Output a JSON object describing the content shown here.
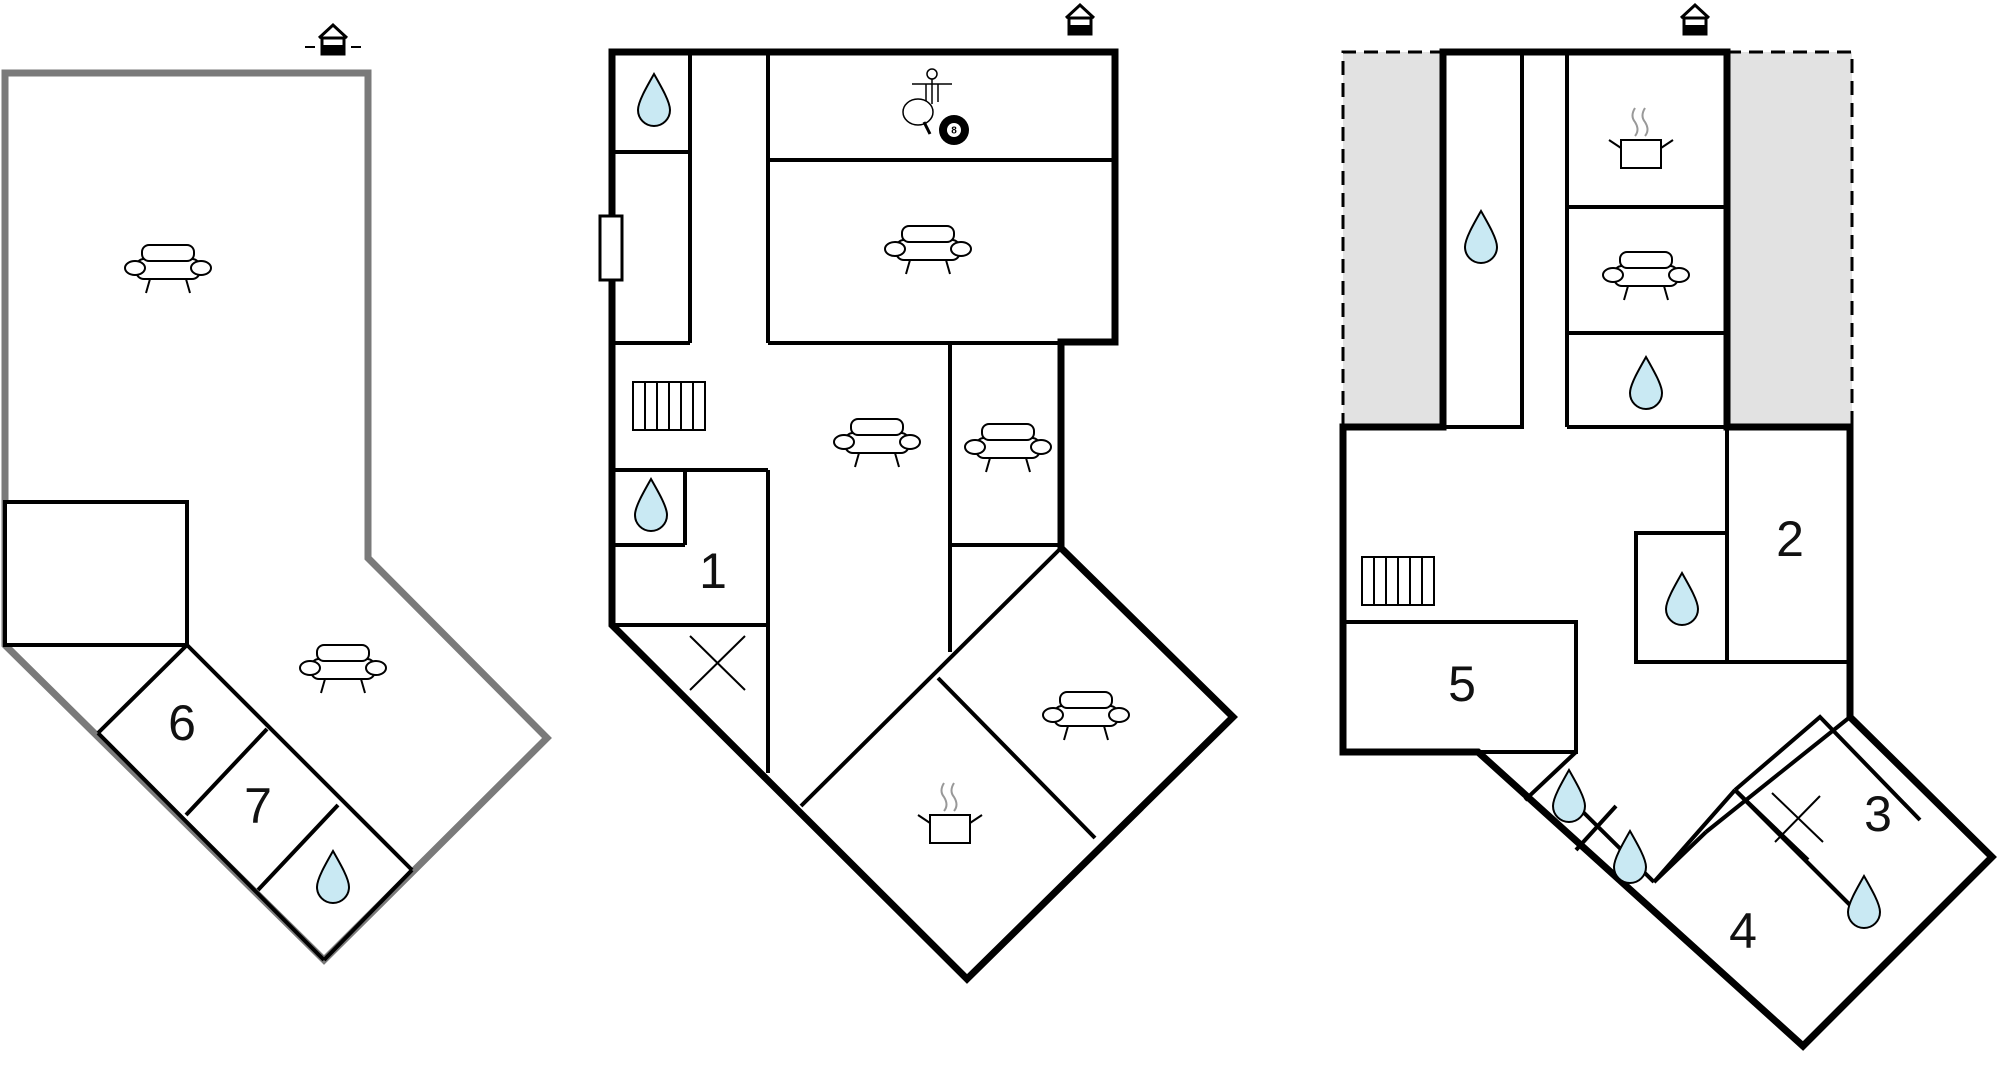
{
  "colors": {
    "wall": "#000000",
    "wall_ground": "#7a7a7a",
    "terrace": "#e2e2e2",
    "water": "#c9e9f3"
  },
  "room_numbers": {
    "room1": "1",
    "room2": "2",
    "room3": "3",
    "room4": "4",
    "room5": "5",
    "room6": "6",
    "room7": "7"
  },
  "icons": {
    "entrance": "house-entrance-icon",
    "living": "sofa-icon",
    "bathroom": "water-drop-icon",
    "kitchen": "cooking-pot-icon",
    "stairs": "staircase-icon",
    "games": "game-room-icon",
    "bedroom": "bed-cross-icon",
    "billiard_ball": "8"
  }
}
